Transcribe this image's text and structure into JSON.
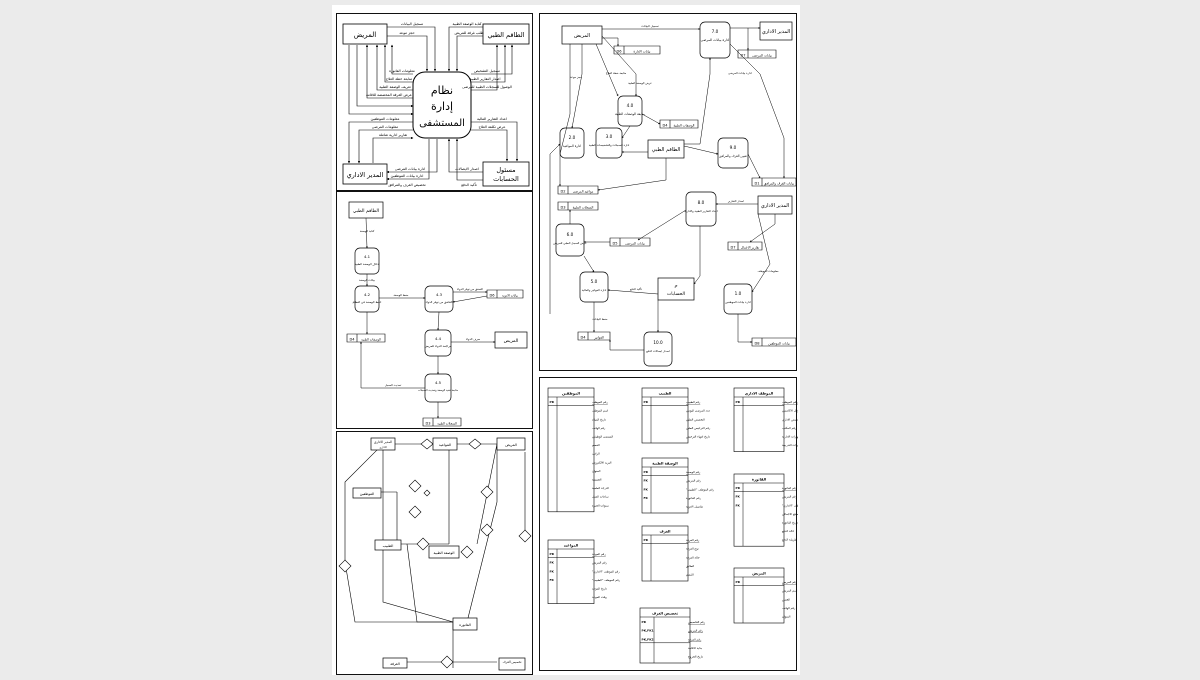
{
  "context": {
    "center": [
      "نظام",
      "إدارة",
      "المستشفى"
    ],
    "patient": "المريض",
    "medical_staff": "الطاقم الطبي",
    "admin": "المدير الاداري",
    "accountant": [
      "مسئول",
      "الحسابات"
    ],
    "in_labels": [
      "تسجيل البيانات",
      "حجز موعد",
      "كتابة الوصفة الطبية",
      "طلب غرفة للمريض"
    ],
    "mid_labels": [
      "معلومات الفاتورة",
      "متابعة خطة العلاج",
      "تعريف الوصفة الطبية",
      "عرض الغرفة المخصصة للاقامة",
      "تسجيل التشخيص",
      "اصدار التقارير الطبية",
      "الوصول للسجلات الطبية للمرضى"
    ],
    "lower_labels": [
      "معلومات الموظفين",
      "معلومات المرضى",
      "تقارير ادارية شاملة",
      "اعداد التقارير المالية",
      "عرض تكلفة العلاج"
    ],
    "bottom_labels": [
      "ادارة بيانات المرضى",
      "ادارة بيانات الموظفين",
      "تخصيص الغرف والمرافق",
      "اصدار الايصالات",
      "تأكيد الدفع"
    ]
  },
  "level1": {
    "entities": [
      "المريض",
      "المدير الاداري",
      "الطاقم الطبي",
      "المدير الاداري",
      "مسئول الحسابات"
    ],
    "processes": [
      {
        "num": "7.0",
        "text": "ادارة بيانات المرضى"
      },
      {
        "num": "4.0",
        "text": "متابعة الوصفات الطبية"
      },
      {
        "num": "2.0",
        "text": "ادارة المواعيد"
      },
      {
        "num": "3.0",
        "text": "ادارة السجلات والتشخيصات الطبية"
      },
      {
        "num": "9.0",
        "text": "تعيين الغرف والمرافق"
      },
      {
        "num": "8.0",
        "text": "اعداد التقارير الطبية والادارية"
      },
      {
        "num": "6.0",
        "text": "عرض السجل الطبي للمريض"
      },
      {
        "num": "5.0",
        "text": "ادارة الفواتير والمالية"
      },
      {
        "num": "1.0",
        "text": "ادارة بيانات الموظفين"
      },
      {
        "num": "10.0",
        "text": "اصدار ايصالات الدفع"
      }
    ],
    "stores": [
      {
        "id": "D6",
        "name": "بيانات الادارة"
      },
      {
        "id": "D4",
        "name": "الوصفات الطبية"
      },
      {
        "id": "D1",
        "name": "بيانات الغرف والمرافق"
      },
      {
        "id": "D2",
        "name": "مواعيد المرضى"
      },
      {
        "id": "D3",
        "name": "السجلات الطبية"
      },
      {
        "id": "D7",
        "name": "تقارير الاعمال"
      },
      {
        "id": "D5",
        "name": "بيانات المرضى"
      },
      {
        "id": "D4",
        "name": "الفواتير"
      },
      {
        "id": "D8",
        "name": "بيانات الموظفين"
      }
    ],
    "flow_labels": [
      "تسجيل البيانات",
      "حجز موعد",
      "متابعة خطة العلاج",
      "عرض الوصفة الطبية",
      "ادارة بيانات المرضى",
      "اصدار التقارير",
      "تأكيد الدفع",
      "حفظ البيانات",
      "معلومات الموظف"
    ]
  },
  "level2": {
    "entity": "الطاقم الطبي",
    "patient": "المريض",
    "processes": [
      {
        "num": "4.1",
        "text": "ادخال الوصفة الطبية"
      },
      {
        "num": "4.2",
        "text": "حفظ الوصفة في النظام"
      },
      {
        "num": "4.3",
        "text": "التحقق من توفر الدواء"
      },
      {
        "num": "4.4",
        "text": "مراجعة الدواء للمريض"
      },
      {
        "num": "4.5",
        "text": "متابعة تنفيذ الوصفة وتحديث السجلات"
      }
    ],
    "stores": [
      {
        "id": "D4",
        "name": "الوصفات الطبية"
      },
      {
        "id": "D6",
        "name": "بيانات الادوية"
      },
      {
        "id": "D3",
        "name": "السجلات الطبية"
      }
    ],
    "flow_labels": [
      "كتابة الوصفة",
      "بيانات الوصفة",
      "حفظ الوصفة",
      "التحقق من توفر الدواء",
      "صرف الدواء",
      "تحديث السجل"
    ]
  },
  "erd": {
    "entities": [
      "المدير الاداري",
      "المريض",
      "المواعيد",
      "الموظفين",
      "الطبيب",
      "الوصفة الطبية",
      "الفاتورة",
      "الغرفة",
      "تخصيص الغرف"
    ]
  },
  "tables": [
    {
      "name": "الموظفين",
      "rows": [
        [
          "PK",
          "رقم الموظف"
        ],
        [
          "",
          "اسم الموظف"
        ],
        [
          "",
          "تاريخ الميلاد"
        ],
        [
          "",
          "رقم الهاتف"
        ],
        [
          "",
          "المسمى الوظيفي"
        ],
        [
          "",
          "القسم"
        ],
        [
          "",
          "الراتب"
        ],
        [
          "",
          "البريد الالكتروني"
        ],
        [
          "",
          "العنوان"
        ],
        [
          "",
          "الجنسية"
        ],
        [
          "",
          "الدرجة العلمية"
        ],
        [
          "",
          "ساعات العمل"
        ],
        [
          "",
          "سنوات الخبرة"
        ]
      ]
    },
    {
      "name": "الطبيب",
      "rows": [
        [
          "PK",
          "رقم الطبيب"
        ],
        [
          "",
          "عدد المرضى اليومي"
        ],
        [
          "",
          "التخصص الطبي"
        ],
        [
          "",
          "رقم الترخيص الطبي"
        ],
        [
          "",
          "تاريخ انتهاء الترخيص"
        ]
      ]
    },
    {
      "name": "الموظف الاداري",
      "rows": [
        [
          "PK",
          "رقم الموظف"
        ],
        [
          "",
          "المؤهل الاكاديمي"
        ],
        [
          "",
          "التخصص الاداري"
        ],
        [
          "",
          "رقم المكتب"
        ],
        [
          "",
          "المهارات الادارية"
        ],
        [
          "",
          "الدورات التدريبية"
        ]
      ]
    },
    {
      "name": "الوصفة الطبية",
      "rows": [
        [
          "PK",
          "رقم الوصفة"
        ],
        [
          "FK",
          "رقم المريض"
        ],
        [
          "FK",
          "رقم الموظف \"الطبيب\""
        ],
        [
          "FK",
          "رقم الفاتورة"
        ],
        [
          "",
          "تفاصيل الادوية"
        ]
      ]
    },
    {
      "name": "الفاتورة",
      "rows": [
        [
          "PK",
          "رقم الفاتورة"
        ],
        [
          "FK",
          "رقم المريض"
        ],
        [
          "FK",
          "رقم الموظف \"الاداري\""
        ],
        [
          "",
          "المبلغ الاجمالي"
        ],
        [
          "",
          "تاريخ الفاتورة"
        ],
        [
          "",
          "حالة الدفع"
        ],
        [
          "",
          "طريقة الدفع"
        ]
      ]
    },
    {
      "name": "المواعيد",
      "rows": [
        [
          "PK",
          "رقم الموعد"
        ],
        [
          "FK",
          "رقم المريض"
        ],
        [
          "FK",
          "رقم الموظف \"الاداري\""
        ],
        [
          "FK",
          "رقم الموظف \"الطبيب\""
        ],
        [
          "",
          "تاريخ الموعد"
        ],
        [
          "",
          "وقت الموعد"
        ]
      ]
    },
    {
      "name": "الغرف",
      "rows": [
        [
          "PK",
          "رقم الغرفة"
        ],
        [
          "",
          "نوع الغرفة"
        ],
        [
          "",
          "حالة الغرفة"
        ],
        [
          "",
          "الطابق"
        ],
        [
          "",
          "القسم"
        ]
      ]
    },
    {
      "name": "المريض",
      "rows": [
        [
          "PK",
          "رقم المريض"
        ],
        [
          "",
          "اسم المريض"
        ],
        [
          "",
          "الجنس"
        ],
        [
          "",
          "رقم الهاتف"
        ],
        [
          "",
          "العنوان"
        ]
      ]
    },
    {
      "name": "تخصيص الغرف",
      "rows": [
        [
          "PK",
          "رقم التخصيص"
        ],
        [
          "PK,FK1",
          "رقم المريض"
        ],
        [
          "PK,FK2",
          "رقم الغرفة"
        ],
        [
          "",
          "بداية الاقامة"
        ],
        [
          "",
          "تاريخ الخروج"
        ]
      ]
    }
  ]
}
